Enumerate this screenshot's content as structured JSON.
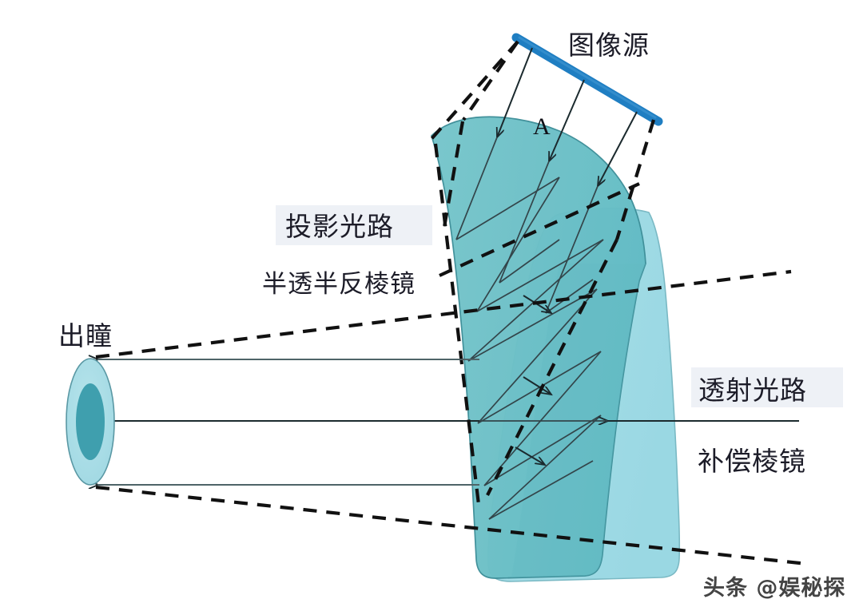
{
  "figure": {
    "title_alt": "Half-transmitting half-reflecting prism optical path diagram",
    "background_color": "#ffffff"
  },
  "labels": {
    "image_source": "图像源",
    "projection_path": "投影光路",
    "beamsplitter_prism": "半透半反棱镜",
    "exit_pupil": "出瞳",
    "transmission_path": "透射光路",
    "compensation_prism": "补偿棱镜",
    "surface_mark_a": "A"
  },
  "watermark": {
    "text": "头条 @娱秘探"
  },
  "colors": {
    "image_source_bar": "#1f7ec2",
    "main_prism_fill": "#6fc2c8",
    "compensation_prism_fill": "#a6dce6",
    "exit_pupil_outer": "#a9dde6",
    "exit_pupil_inner": "#3f9fae",
    "label_box_bg": "#eef1f6",
    "ray_solid": "#1b2a2e",
    "ray_dashed": "#111111",
    "prism_edge": "#2a4a50"
  },
  "components": [
    {
      "name": "image-source",
      "label": "图像源",
      "type": "emissive-bar"
    },
    {
      "name": "beamsplitter-prism",
      "label": "半透半反棱镜",
      "type": "prism"
    },
    {
      "name": "compensation-prism",
      "label": "补偿棱镜",
      "type": "prism"
    },
    {
      "name": "exit-pupil",
      "label": "出瞳",
      "type": "pupil"
    }
  ],
  "light_paths": [
    {
      "name": "projection-path",
      "label": "投影光路",
      "style": "solid",
      "description": "rays from image source reflecting inside the beamsplitter prism toward the exit pupil"
    },
    {
      "name": "transmission-path",
      "label": "透射光路",
      "style": "solid",
      "description": "external scene light transmitted through compensation prism and beamsplitter prism to the exit pupil"
    },
    {
      "name": "field-of-view-bounds",
      "label": "",
      "style": "dashed",
      "description": "dashed construction lines bounding the field of view through the prisms"
    }
  ]
}
